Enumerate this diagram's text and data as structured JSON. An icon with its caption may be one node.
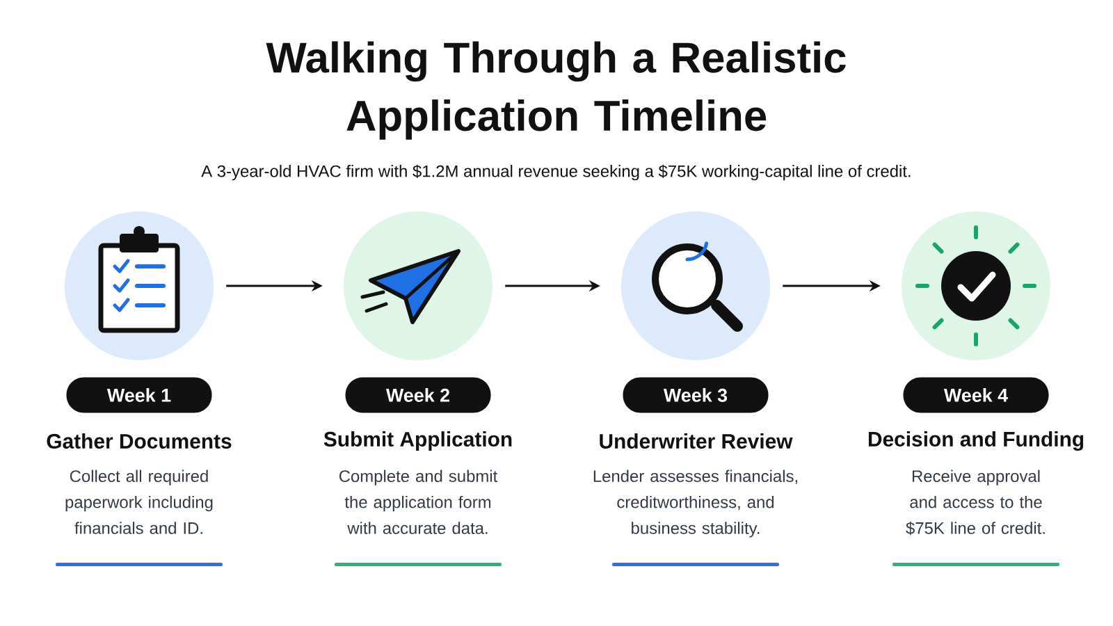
{
  "diagram": {
    "title": "Walking Through a Realistic Application Timeline",
    "nodes": [
      {
        "text": [],
        "shape": "circle"
      },
      {
        "text": [],
        "shape": "circle"
      },
      {
        "text": [],
        "shape": "circle"
      },
      {
        "text": [],
        "shape": "circle"
      },
      {
        "text": [
          "Week 1"
        ]
      },
      {
        "text": [
          "Week 2"
        ]
      },
      {
        "text": [
          "Week 3"
        ]
      },
      {
        "text": [
          "Week 4"
        ]
      }
    ],
    "edges": [
      {
        "from": 0,
        "to": 1,
        "arrow": "to"
      },
      {
        "from": 1,
        "to": 2,
        "arrow": "to"
      },
      {
        "from": 2,
        "to": 3,
        "arrow": "to"
      }
    ],
    "labels": [
      "A 3-year-old HVAC firm with $1.2M annual revenue seeking a $75K working-capital line of credit.",
      "Gather Documents",
      "Collect all required paperwork including financials and ID.",
      "Submit Application",
      "Complete and submit the application form with accurate data.",
      "Underwriter Review",
      "Lender assesses financials, creditworthiness, and business stability.",
      "Decision and Funding",
      "Receive approval and access to the $75K line of credit."
    ]
  }
}
